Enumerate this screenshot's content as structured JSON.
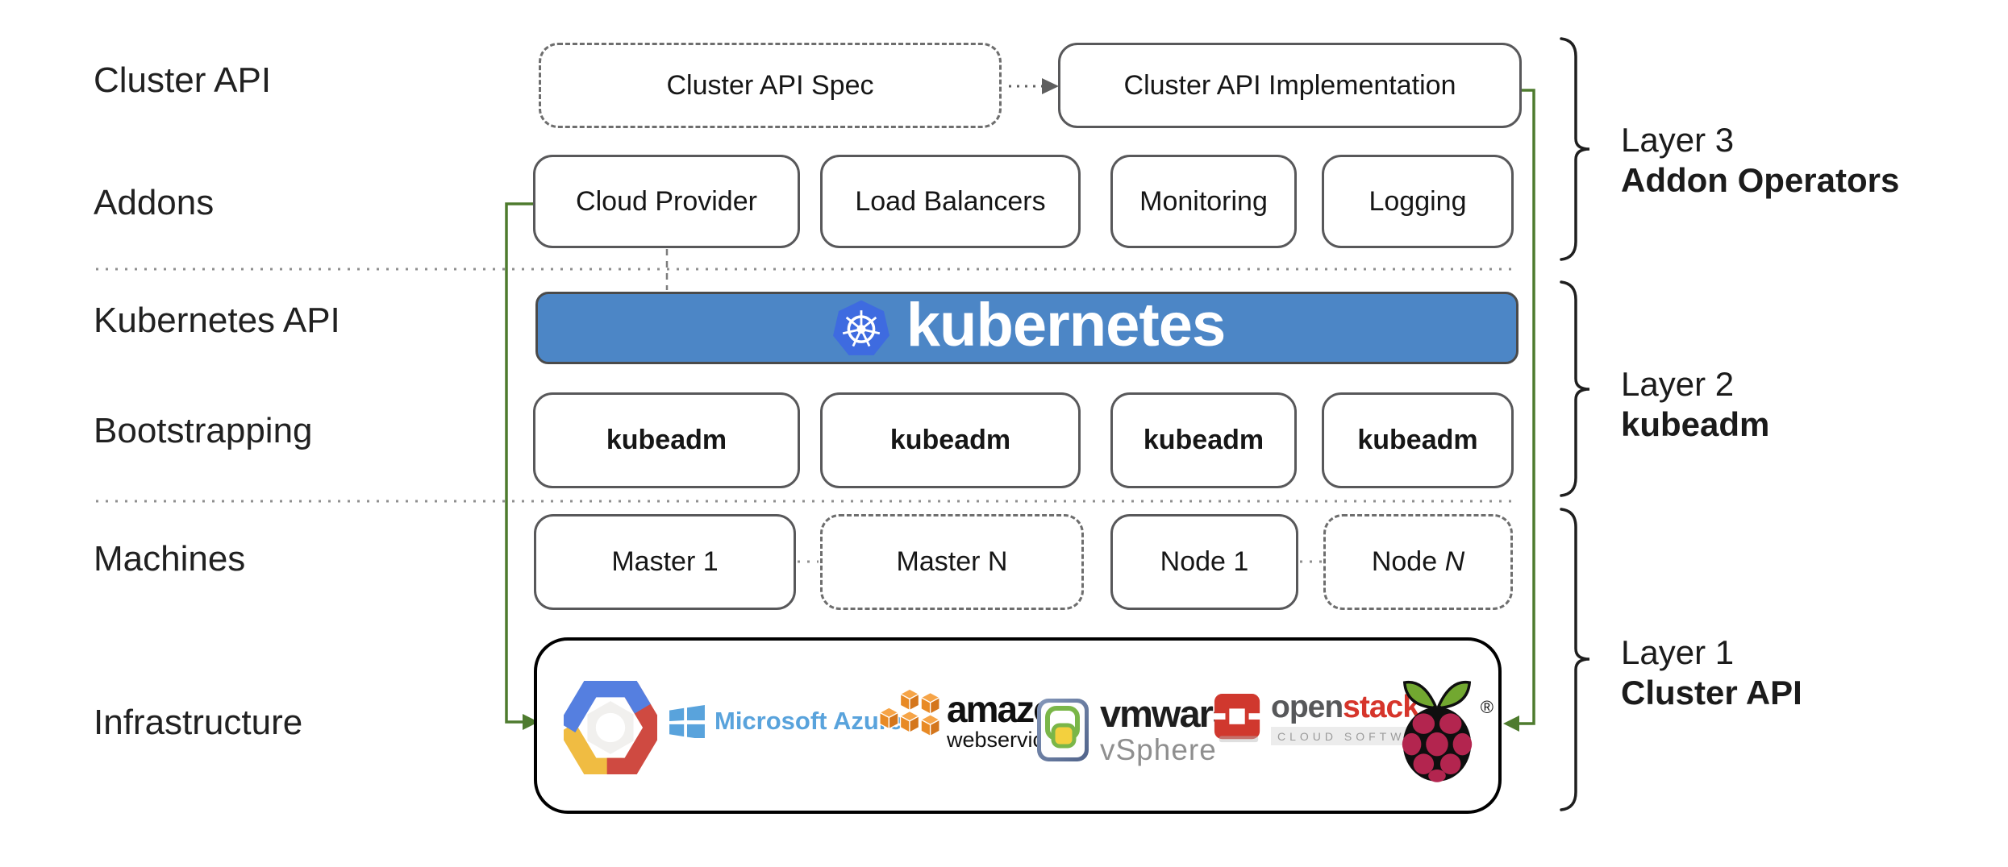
{
  "diagram": {
    "row_labels": [
      "Cluster API",
      "Addons",
      "Kubernetes API",
      "Bootstrapping",
      "Machines",
      "Infrastructure"
    ],
    "cluster_api_row": {
      "spec_label": "Cluster API Spec",
      "implementation_label": "Cluster API Implementation"
    },
    "addons_row": [
      "Cloud Provider",
      "Load Balancers",
      "Monitoring",
      "Logging"
    ],
    "kubernetes_banner_text": "kubernetes",
    "bootstrapping_row": [
      "kubeadm",
      "kubeadm",
      "kubeadm",
      "kubeadm"
    ],
    "machines_row": {
      "master_1": "Master 1",
      "master_n": "Master N",
      "node_1": "Node 1",
      "node_n_prefix": "Node ",
      "node_n_italic": "N"
    },
    "infrastructure_row": {
      "azure_text": "Microsoft Azure",
      "aws_text": "amazon",
      "aws_subtext": "webservices",
      "vmware_text": "vmware",
      "vmware_reg": "®",
      "vmware_subtext": "vSphere",
      "openstack_text_gray": "open",
      "openstack_text_red": "stack",
      "openstack_tm": "™",
      "openstack_tagline": "CLOUD SOFTWARE",
      "raspberry_reg": "®"
    },
    "layers": [
      {
        "title": "Layer 3",
        "subtitle": "Addon Operators"
      },
      {
        "title": "Layer 2",
        "subtitle": "kubeadm"
      },
      {
        "title": "Layer 1",
        "subtitle": "Cluster API"
      }
    ],
    "colors": {
      "banner_blue": "#4c86c6",
      "connector_green": "#4e7b2e"
    }
  }
}
